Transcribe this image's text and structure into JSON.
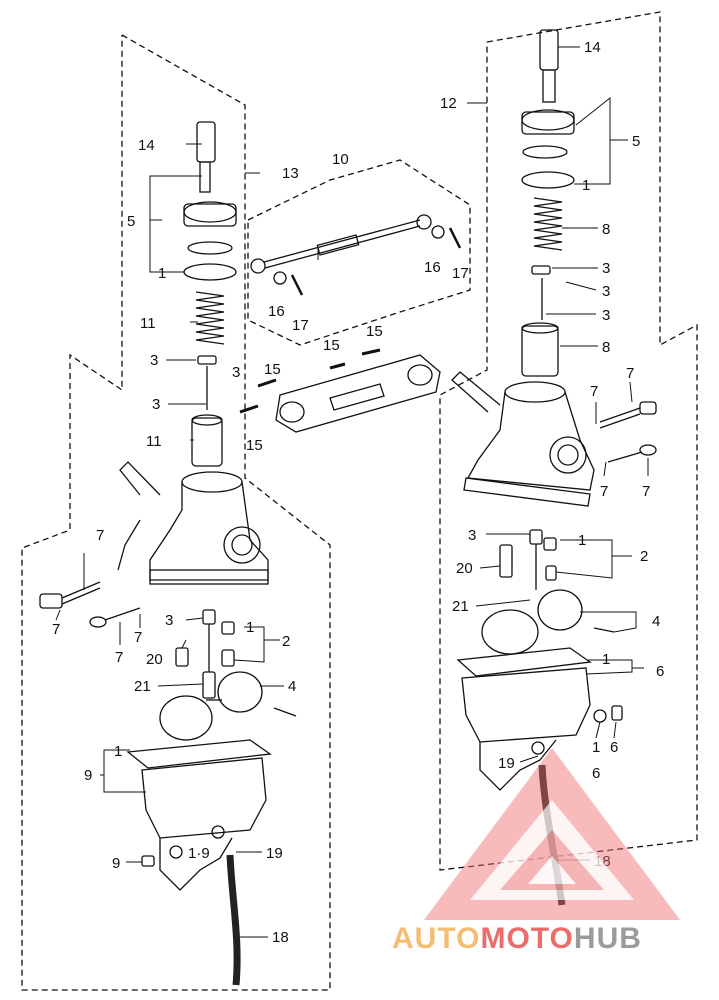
{
  "callouts": {
    "c14a": "14",
    "c5a": "5",
    "c1a": "1",
    "c11a": "11",
    "c3a": "3",
    "c3b": "3",
    "c3c": "3",
    "c11b": "11",
    "c13": "13",
    "c10": "10",
    "c16a": "16",
    "c17a": "17",
    "c16b": "16",
    "c17b": "17",
    "c15a": "15",
    "c15b": "15",
    "c15c": "15",
    "c15d": "15",
    "c7a": "7",
    "c7b": "7",
    "c7c": "7",
    "c7d": "7",
    "c3d": "3",
    "c1b": "1",
    "c2a": "2",
    "c20a": "20",
    "c21a": "21",
    "c4a": "4",
    "c1c": "1",
    "c9a": "9",
    "c9b": "9",
    "c1_9": "1·9",
    "c19a": "19",
    "c18a": "18",
    "c12": "12",
    "c14b": "14",
    "c5b": "5",
    "c1d": "1",
    "c8a": "8",
    "c3e": "3",
    "c3f": "3",
    "c3g": "3",
    "c8b": "8",
    "c7e": "7",
    "c7f": "7",
    "c7g": "7",
    "c7h": "7",
    "c3h": "3",
    "c1e": "1",
    "c2b": "2",
    "c20b": "20",
    "c21b": "21",
    "c4b": "4",
    "c1f": "1",
    "c6a": "6",
    "c1g": "1",
    "c6b": "6",
    "c6c": "6",
    "c19b": "19",
    "c18b": "18"
  },
  "watermark": {
    "part1": "AUTO",
    "part2": "MOTO",
    "part3": "HUB"
  },
  "colors": {
    "ink": "#111111",
    "wm_auto": "#f4b25c",
    "wm_moto": "#e8534f",
    "wm_hub": "#8a8a8a",
    "wm_triangle": "#ef6b6b"
  }
}
